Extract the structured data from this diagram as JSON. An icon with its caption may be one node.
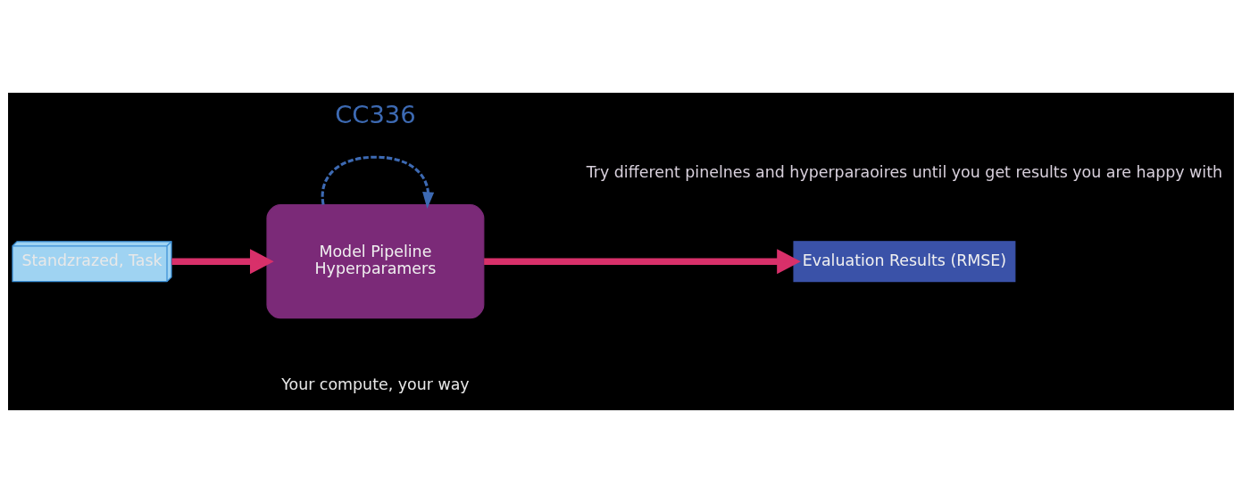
{
  "diagram": {
    "nodes": [
      {
        "text": [
          "Standzrazed, Task"
        ]
      },
      {
        "text": [
          "Model Pipeline",
          "Hyperparamers"
        ]
      },
      {
        "text": [
          "Evaluation Results (RMSE)"
        ]
      }
    ],
    "edges": [
      {
        "from": 0,
        "to": 1,
        "arrow": "to"
      },
      {
        "from": 1,
        "to": 2,
        "arrow": "to"
      },
      {
        "from": 1,
        "to": 1,
        "arrow": "to",
        "style": "dashed",
        "color": "#3d6ab3"
      }
    ],
    "labels": [
      "CC336",
      "Try different pinelnes and hyperparaoires until you get results you are happy with",
      "Your compute, your way"
    ]
  }
}
